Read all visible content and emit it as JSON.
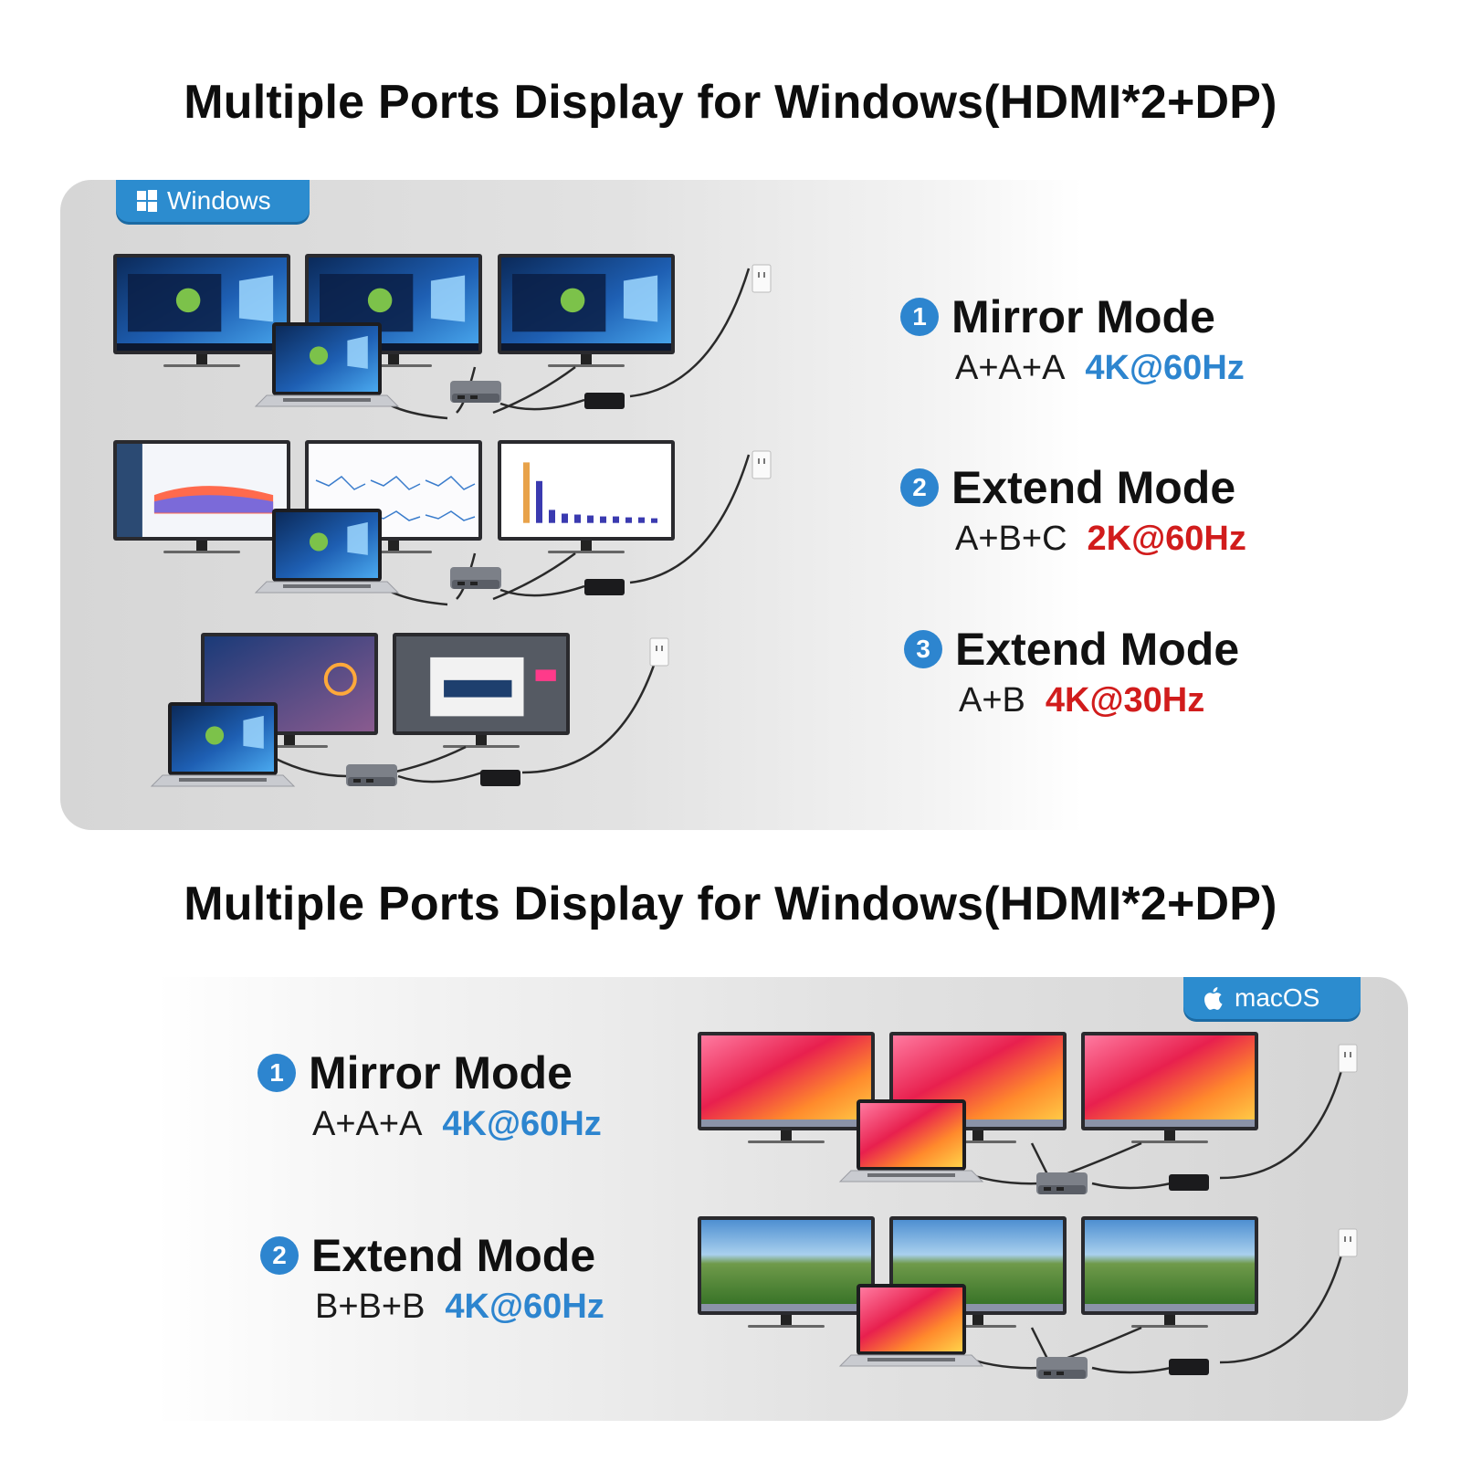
{
  "titles": {
    "top": "Multiple Ports Display for Windows(HDMI*2+DP)",
    "bottom": "Multiple Ports Display for Windows(HDMI*2+DP)"
  },
  "windows_panel": {
    "tab_label": "Windows",
    "modes": [
      {
        "number": "1",
        "name": "Mirror Mode",
        "combo": "A+A+A",
        "rate": "4K@60Hz",
        "rate_color": "#2d85cf"
      },
      {
        "number": "2",
        "name": "Extend Mode",
        "combo": "A+B+C",
        "rate": "2K@60Hz",
        "rate_color": "#d11c1c"
      },
      {
        "number": "3",
        "name": "Extend Mode",
        "combo": "A+B",
        "rate": "4K@30Hz",
        "rate_color": "#d11c1c"
      }
    ]
  },
  "mac_panel": {
    "tab_label": "macOS",
    "modes": [
      {
        "number": "1",
        "name": "Mirror Mode",
        "combo": "A+A+A",
        "rate": "4K@60Hz",
        "rate_color": "#2d85cf"
      },
      {
        "number": "2",
        "name": "Extend Mode",
        "combo": "B+B+B",
        "rate": "4K@60Hz",
        "rate_color": "#2d85cf"
      }
    ]
  },
  "colors": {
    "accent_blue": "#2d85cf",
    "accent_red": "#d11c1c",
    "tab_blue": "#2c8ccf"
  },
  "icons": [
    "windows-logo-icon",
    "apple-logo-icon",
    "monitor-icon",
    "laptop-icon",
    "docking-station-icon",
    "power-adapter-icon",
    "wall-outlet-icon"
  ]
}
